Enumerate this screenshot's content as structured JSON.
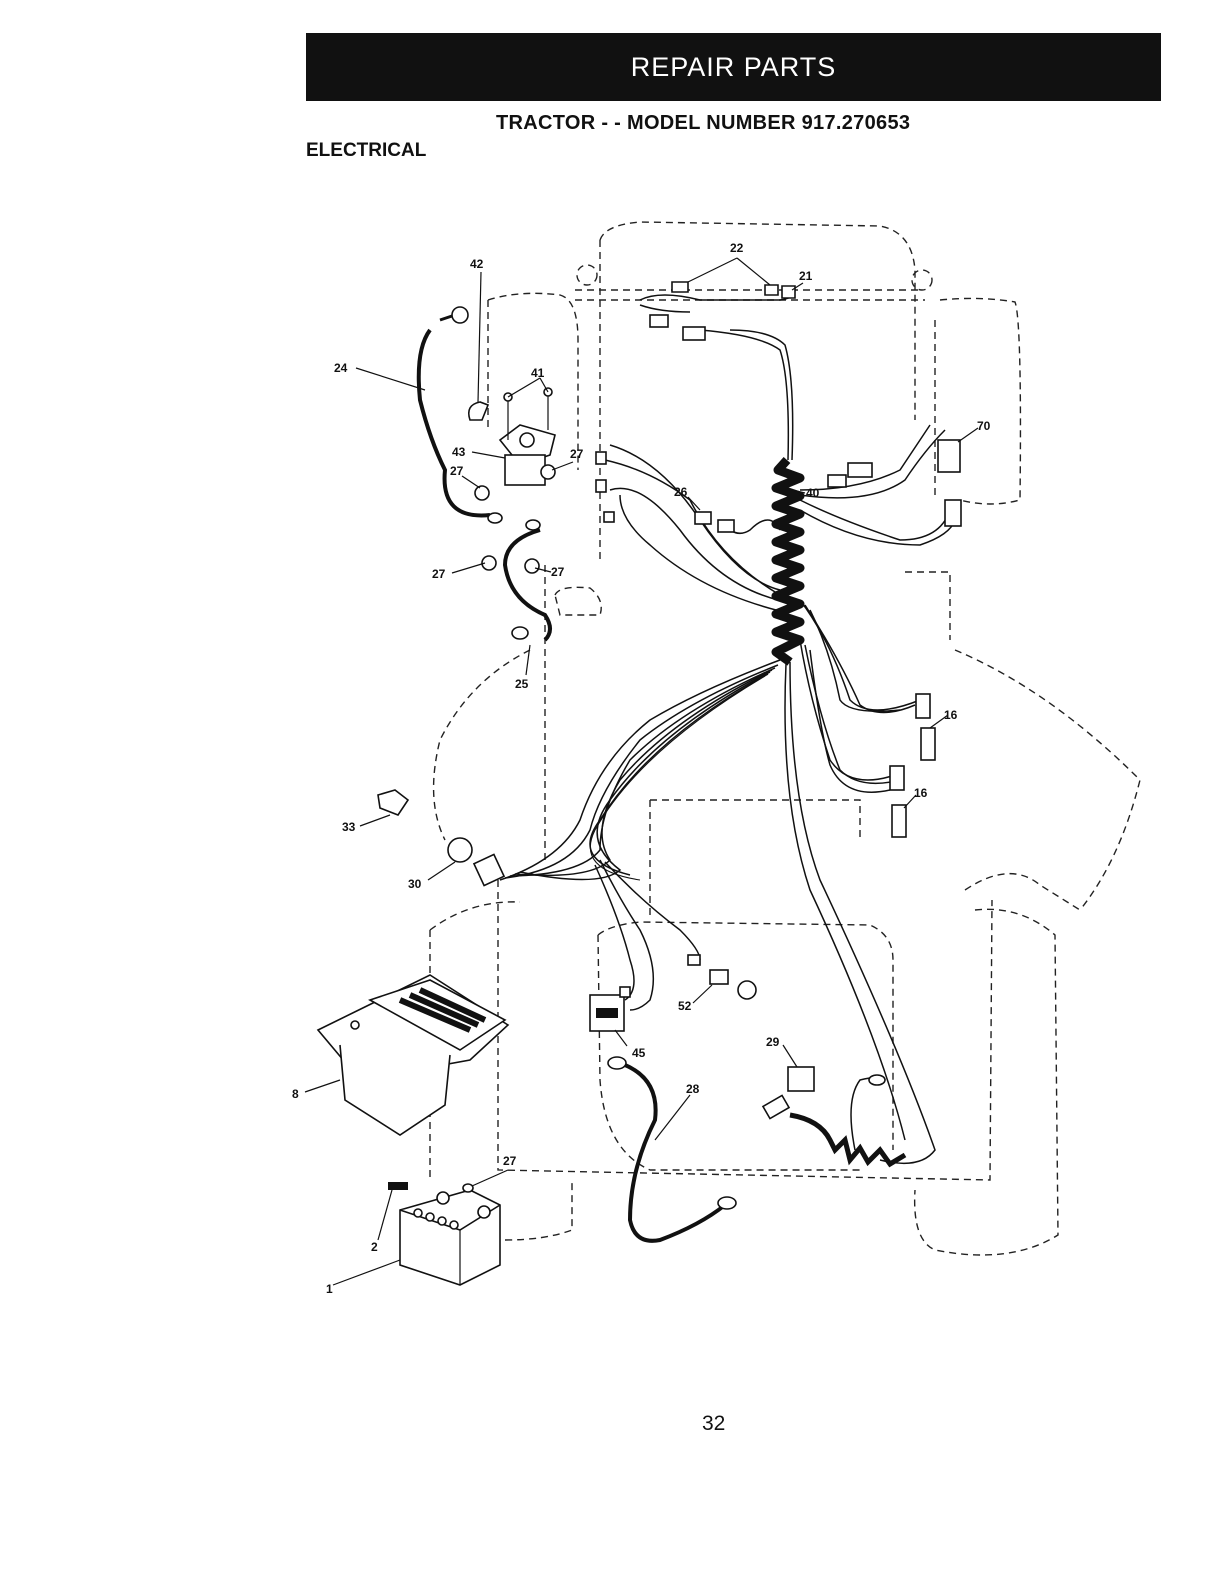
{
  "header": {
    "banner": "REPAIR PARTS",
    "subtitle": "TRACTOR - - MODEL NUMBER 917.270653",
    "section": "ELECTRICAL"
  },
  "diagram": {
    "callouts": [
      {
        "id": "c22",
        "text": "22"
      },
      {
        "id": "c21",
        "text": "21"
      },
      {
        "id": "c24",
        "text": "24"
      },
      {
        "id": "c42",
        "text": "42"
      },
      {
        "id": "c41",
        "text": "41"
      },
      {
        "id": "c43",
        "text": "43"
      },
      {
        "id": "c27a",
        "text": "27"
      },
      {
        "id": "c27b",
        "text": "27"
      },
      {
        "id": "c27c",
        "text": "27"
      },
      {
        "id": "c27d",
        "text": "27"
      },
      {
        "id": "c70",
        "text": "70"
      },
      {
        "id": "c40",
        "text": "40"
      },
      {
        "id": "c26",
        "text": "26"
      },
      {
        "id": "c25",
        "text": "25"
      },
      {
        "id": "c16a",
        "text": "16"
      },
      {
        "id": "c16b",
        "text": "16"
      },
      {
        "id": "c33",
        "text": "33"
      },
      {
        "id": "c30",
        "text": "30"
      },
      {
        "id": "c52",
        "text": "52"
      },
      {
        "id": "c45",
        "text": "45"
      },
      {
        "id": "c29",
        "text": "29"
      },
      {
        "id": "c28",
        "text": "28"
      },
      {
        "id": "c8",
        "text": "8"
      },
      {
        "id": "c27e",
        "text": "27"
      },
      {
        "id": "c2",
        "text": "2"
      },
      {
        "id": "c1",
        "text": "1"
      }
    ]
  },
  "footer": {
    "page_number": "32"
  }
}
